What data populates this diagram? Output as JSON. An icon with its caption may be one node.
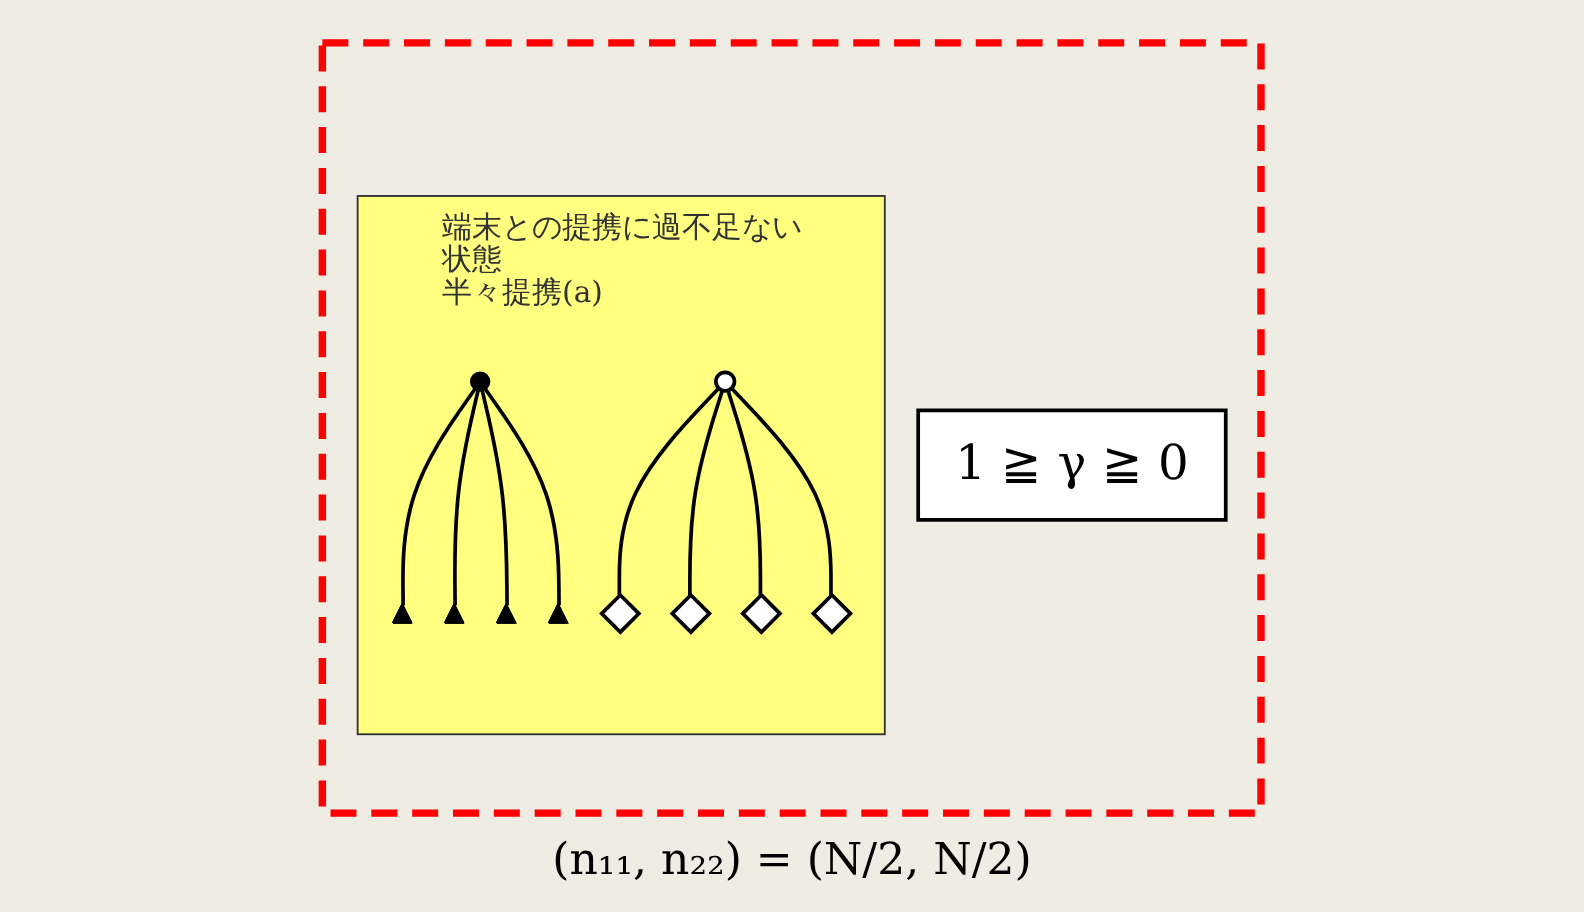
{
  "diagram": {
    "nodes": [
      {
        "text": [],
        "shape": "box"
      },
      {
        "text": [
          "端末との提携に過不足ない状態",
          "半々提携(a)"
        ],
        "in": 0
      },
      {
        "text": [],
        "shape": "circle",
        "in": 1
      },
      {
        "text": [],
        "shape": "circle",
        "in": 1
      },
      {
        "text": [],
        "shape": "triangle",
        "in": 1
      },
      {
        "text": [],
        "shape": "triangle",
        "in": 1
      },
      {
        "text": [],
        "shape": "triangle",
        "in": 1
      },
      {
        "text": [],
        "shape": "triangle",
        "in": 1
      },
      {
        "text": [],
        "shape": "diamond",
        "in": 1
      },
      {
        "text": [],
        "shape": "diamond",
        "in": 1
      },
      {
        "text": [],
        "shape": "diamond",
        "in": 1
      },
      {
        "text": [],
        "shape": "diamond",
        "in": 1
      },
      {
        "text": [
          "1 ≧ γ ≧ 0"
        ],
        "in": 0
      }
    ],
    "edges": [
      {
        "from": 2,
        "to": 4,
        "arrow": "none"
      },
      {
        "from": 2,
        "to": 5,
        "arrow": "none"
      },
      {
        "from": 2,
        "to": 6,
        "arrow": "none"
      },
      {
        "from": 2,
        "to": 7,
        "arrow": "none"
      },
      {
        "from": 3,
        "to": 8,
        "arrow": "none"
      },
      {
        "from": 3,
        "to": 9,
        "arrow": "none"
      },
      {
        "from": 3,
        "to": 10,
        "arrow": "none"
      },
      {
        "from": 3,
        "to": 11,
        "arrow": "none"
      }
    ],
    "labels": [
      "(n₁₁, n₂₂) = (N/2, N/2)"
    ]
  }
}
